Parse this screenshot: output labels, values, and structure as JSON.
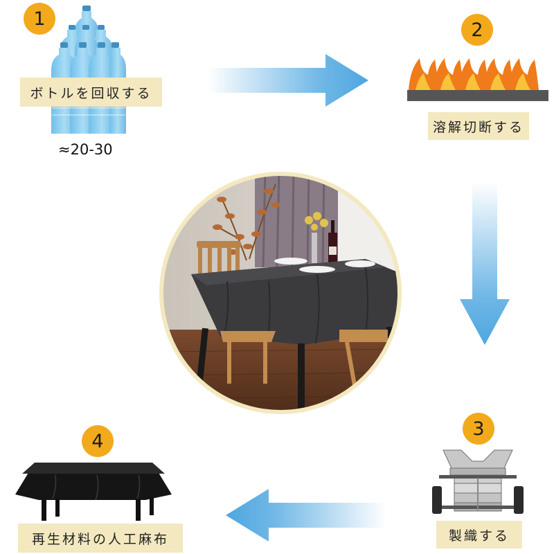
{
  "steps": [
    {
      "number": "1",
      "label": "ボトルを回収する",
      "note": "≈20-30"
    },
    {
      "number": "2",
      "label": "溶解切断する"
    },
    {
      "number": "3",
      "label": "製織する"
    },
    {
      "number": "4",
      "label": "再生材料の人工麻布"
    }
  ],
  "colors": {
    "badge": "#f2a91c",
    "label_bg": "#f3e8bf",
    "arrow": "#4da6e0",
    "circle_border": "#f3e8bf"
  },
  "icons": {
    "step1": "plastic-bottles-icon",
    "step2": "flame-icon",
    "step3": "loom-icon",
    "step4": "tablecloth-icon",
    "center": "dining-table-photo"
  }
}
